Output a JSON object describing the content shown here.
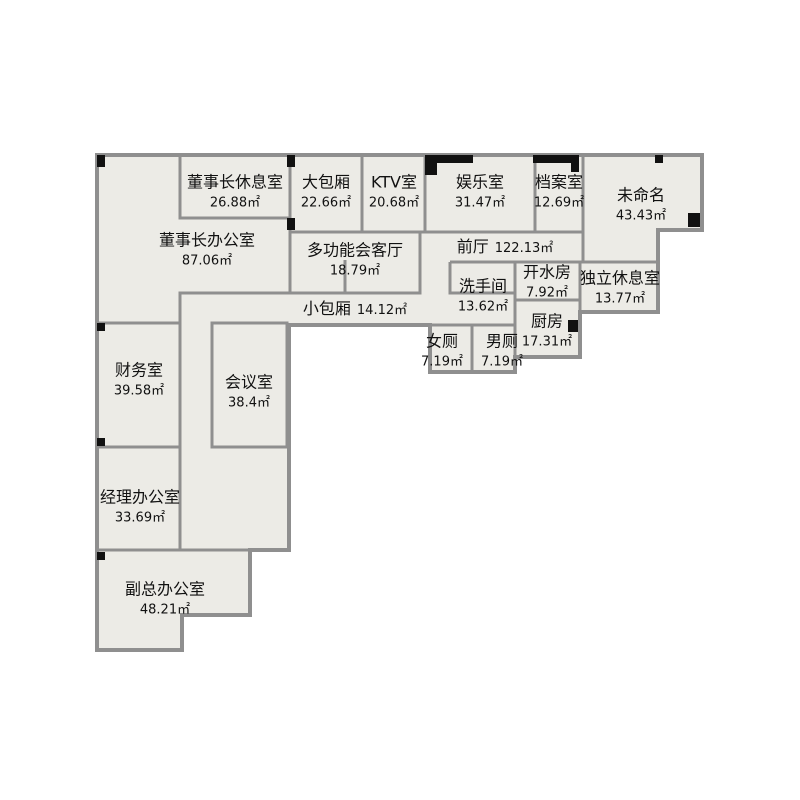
{
  "plan": {
    "colors": {
      "floor": "#ecebe6",
      "wall": "#8f8f8f",
      "pillar": "#111111"
    },
    "rooms": [
      {
        "name": "董事长办公室",
        "area": "87.06㎡"
      },
      {
        "name": "董事长休息室",
        "area": "26.88㎡"
      },
      {
        "name": "大包厢",
        "area": "22.66㎡"
      },
      {
        "name": "KTV室",
        "area": "20.68㎡"
      },
      {
        "name": "娱乐室",
        "area": "31.47㎡"
      },
      {
        "name": "档案室",
        "area": "12.69㎡"
      },
      {
        "name": "未命名",
        "area": "43.43㎡"
      },
      {
        "name": "多功能会客厅",
        "area": "18.79㎡"
      },
      {
        "name": "小包厢",
        "area": "14.12㎡"
      },
      {
        "name": "前厅",
        "area": "122.13㎡"
      },
      {
        "name": "开水房",
        "area": "7.92㎡"
      },
      {
        "name": "洗手间",
        "area": "13.62㎡"
      },
      {
        "name": "独立休息室",
        "area": "13.77㎡"
      },
      {
        "name": "厨房",
        "area": "17.31㎡"
      },
      {
        "name": "女厕",
        "area": "7.19㎡"
      },
      {
        "name": "男厕",
        "area": "7.19㎡"
      },
      {
        "name": "财务室",
        "area": "39.58㎡"
      },
      {
        "name": "会议室",
        "area": "38.4㎡"
      },
      {
        "name": "经理办公室",
        "area": "33.69㎡"
      },
      {
        "name": "副总办公室",
        "area": "48.21㎡"
      }
    ]
  }
}
